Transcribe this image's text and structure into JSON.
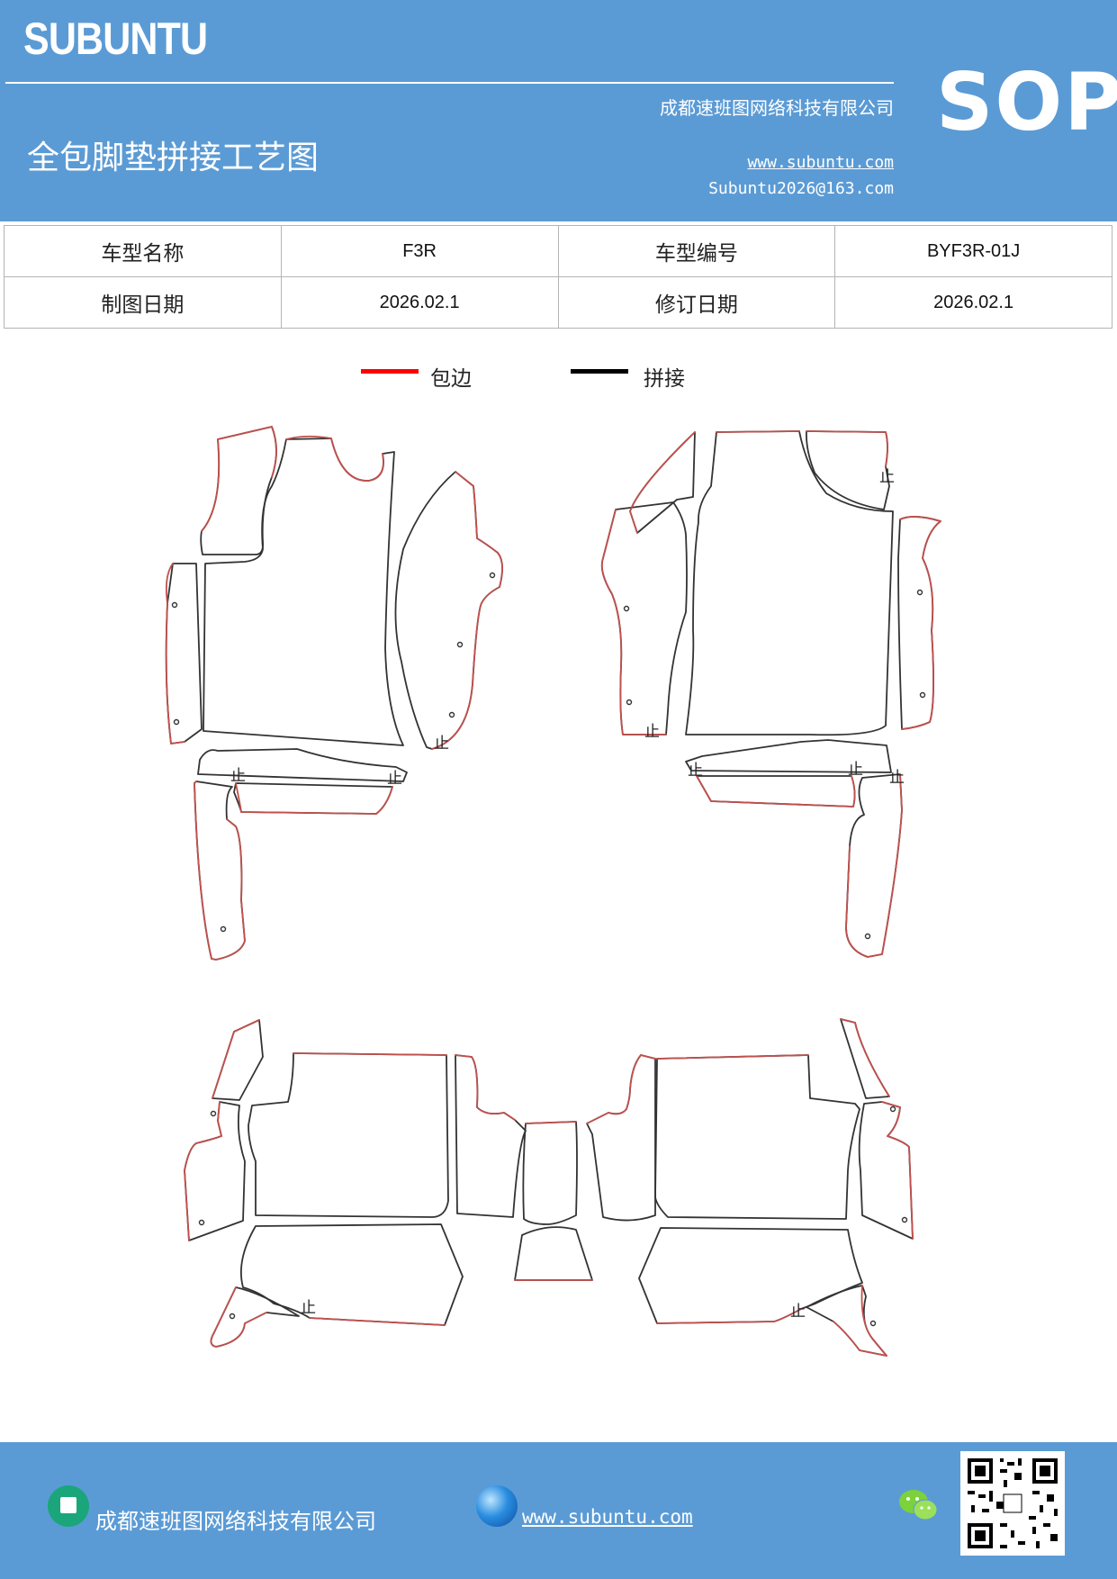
{
  "header": {
    "brand": "SUBUNTU",
    "company": "成都速班图网络科技有限公司",
    "title": "全包脚垫拼接工艺图",
    "website": "www.subuntu.com",
    "email": "Subuntu2026@163.com",
    "badge": "SOP"
  },
  "info_table": {
    "model_name_label": "车型名称",
    "model_name_value": "F3R",
    "model_code_label": "车型编号",
    "model_code_value": "BYF3R-01J",
    "draw_date_label": "制图日期",
    "draw_date_value": "2026.02.1",
    "revise_date_label": "修订日期",
    "revise_date_value": "2026.02.1"
  },
  "legend": {
    "edge_label": "包边",
    "splice_label": "拼接",
    "edge_color": "#ff0000",
    "splice_color": "#000000"
  },
  "drawing": {
    "stop_mark": "止"
  },
  "footer": {
    "company": "成都速班图网络科技有限公司",
    "website": "www.subuntu.com",
    "icons": [
      "building-icon",
      "globe-icon",
      "wechat-icon",
      "qr-code"
    ]
  },
  "colors": {
    "brand_blue": "#5b9bd5",
    "edge_red": "#c0504d",
    "outline": "#333333"
  }
}
